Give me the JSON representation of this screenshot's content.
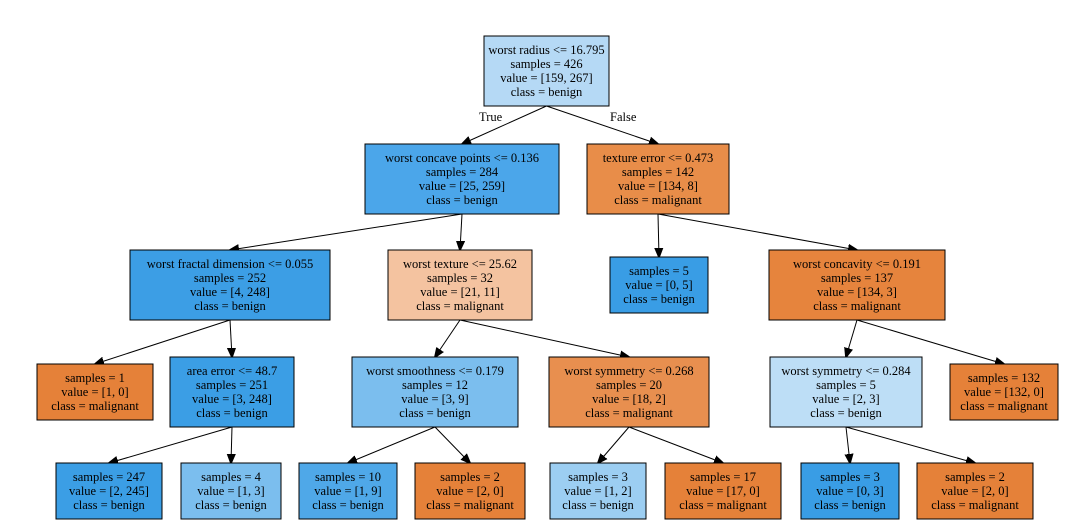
{
  "tree": {
    "edge_labels": {
      "true_label": "True",
      "false_label": "False"
    },
    "nodes": [
      {
        "id": "n0",
        "lines": [
          "worst radius <= 16.795",
          "samples = 426",
          "value = [159, 267]",
          "class = benign"
        ],
        "fill": "#b5d9f5"
      },
      {
        "id": "n1",
        "lines": [
          "worst concave points <= 0.136",
          "samples = 284",
          "value = [25, 259]",
          "class = benign"
        ],
        "fill": "#4ba6ea"
      },
      {
        "id": "n2",
        "lines": [
          "texture error <= 0.473",
          "samples = 142",
          "value = [134, 8]",
          "class = malignant"
        ],
        "fill": "#e88d49"
      },
      {
        "id": "n3",
        "lines": [
          "worst fractal dimension <= 0.055",
          "samples = 252",
          "value = [4, 248]",
          "class = benign"
        ],
        "fill": "#3c9ee5"
      },
      {
        "id": "n4",
        "lines": [
          "worst texture <= 25.62",
          "samples = 32",
          "value = [21, 11]",
          "class = malignant"
        ],
        "fill": "#f4c3a0"
      },
      {
        "id": "n5",
        "lines": [
          "samples = 5",
          "value = [0, 5]",
          "class = benign"
        ],
        "fill": "#399de5"
      },
      {
        "id": "n6",
        "lines": [
          "worst concavity <= 0.191",
          "samples = 137",
          "value = [134, 3]",
          "class = malignant"
        ],
        "fill": "#e6843d"
      },
      {
        "id": "n7",
        "lines": [
          "samples = 1",
          "value = [1, 0]",
          "class = malignant"
        ],
        "fill": "#e58139"
      },
      {
        "id": "n8",
        "lines": [
          "area error <= 48.7",
          "samples = 251",
          "value = [3, 248]",
          "class = benign"
        ],
        "fill": "#3b9ee5"
      },
      {
        "id": "n9",
        "lines": [
          "worst smoothness <= 0.179",
          "samples = 12",
          "value = [3, 9]",
          "class = benign"
        ],
        "fill": "#7bbeee"
      },
      {
        "id": "n10",
        "lines": [
          "worst symmetry <= 0.268",
          "samples = 20",
          "value = [18, 2]",
          "class = malignant"
        ],
        "fill": "#e88f4f"
      },
      {
        "id": "n11",
        "lines": [
          "worst symmetry <= 0.284",
          "samples = 5",
          "value = [2, 3]",
          "class = benign"
        ],
        "fill": "#bddef6"
      },
      {
        "id": "n12",
        "lines": [
          "samples = 132",
          "value = [132, 0]",
          "class = malignant"
        ],
        "fill": "#e58139"
      },
      {
        "id": "n13",
        "lines": [
          "samples = 247",
          "value = [2, 245]",
          "class = benign"
        ],
        "fill": "#3b9ee5"
      },
      {
        "id": "n14",
        "lines": [
          "samples = 4",
          "value = [1, 3]",
          "class = benign"
        ],
        "fill": "#7bbeee"
      },
      {
        "id": "n15",
        "lines": [
          "samples = 10",
          "value = [1, 9]",
          "class = benign"
        ],
        "fill": "#4fa8e8"
      },
      {
        "id": "n16",
        "lines": [
          "samples = 2",
          "value = [2, 0]",
          "class = malignant"
        ],
        "fill": "#e58139"
      },
      {
        "id": "n17",
        "lines": [
          "samples = 3",
          "value = [1, 2]",
          "class = benign"
        ],
        "fill": "#9ccef2"
      },
      {
        "id": "n18",
        "lines": [
          "samples = 17",
          "value = [17, 0]",
          "class = malignant"
        ],
        "fill": "#e58139"
      },
      {
        "id": "n19",
        "lines": [
          "samples = 3",
          "value = [0, 3]",
          "class = benign"
        ],
        "fill": "#399de5"
      },
      {
        "id": "n20",
        "lines": [
          "samples = 2",
          "value = [2, 0]",
          "class = malignant"
        ],
        "fill": "#e58139"
      }
    ],
    "edges": [
      [
        "n0",
        "n1"
      ],
      [
        "n0",
        "n2"
      ],
      [
        "n1",
        "n3"
      ],
      [
        "n1",
        "n4"
      ],
      [
        "n2",
        "n5"
      ],
      [
        "n2",
        "n6"
      ],
      [
        "n3",
        "n7"
      ],
      [
        "n3",
        "n8"
      ],
      [
        "n4",
        "n9"
      ],
      [
        "n4",
        "n10"
      ],
      [
        "n6",
        "n11"
      ],
      [
        "n6",
        "n12"
      ],
      [
        "n8",
        "n13"
      ],
      [
        "n8",
        "n14"
      ],
      [
        "n9",
        "n15"
      ],
      [
        "n9",
        "n16"
      ],
      [
        "n10",
        "n17"
      ],
      [
        "n10",
        "n18"
      ],
      [
        "n11",
        "n19"
      ],
      [
        "n11",
        "n20"
      ]
    ]
  }
}
